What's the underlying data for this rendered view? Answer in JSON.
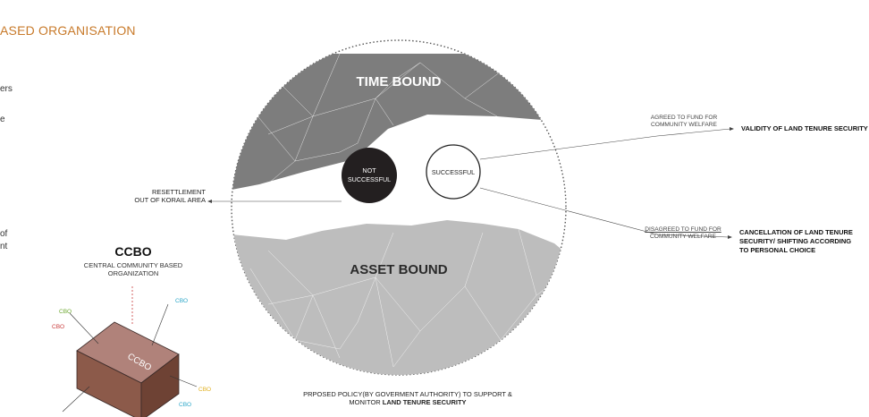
{
  "header": {
    "title": "ASED ORGANISATION"
  },
  "left_fragments": [
    "ers",
    "e",
    "of",
    "nt"
  ],
  "diagram": {
    "top_zone_label": "TIME BOUND",
    "bottom_zone_label": "ASSET BOUND",
    "not_successful": [
      "NOT",
      "SUCCESSFUL"
    ],
    "successful": "SUCCESSFUL",
    "resettlement": [
      "RESETTLEMENT",
      "OUT OF KORAIL AREA"
    ],
    "agreed_arrow": [
      "AGREED TO FUND FOR",
      "COMMUNITY WELFARE"
    ],
    "agreed_result": "VALIDITY OF LAND TENURE SECURITY",
    "disagreed_arrow": [
      "DISAGREED TO FUND FOR",
      "COMMUNITY WELFARE"
    ],
    "disagreed_result": [
      "CANCELLATION OF LAND TENURE",
      "SECURITY/ SHIFTING ACCORDING",
      "TO PERSONAL CHOICE"
    ],
    "policy_caption": "PRPOSED POLICY(BY GOVERMENT AUTHORITY) TO SUPPORT &",
    "policy_caption_2": "MONITOR",
    "policy_caption_bold": "LAND TENURE SECURITY"
  },
  "ccbo": {
    "title": "CCBO",
    "subtitle": [
      "CENTRAL COMMUNITY BASED",
      "ORGANIZATION"
    ],
    "box_label": "CCBO",
    "cbo_labels": [
      "CBO",
      "CBO",
      "CBO",
      "CBO",
      "CBO"
    ],
    "colors": {
      "green": "#6aa62c",
      "red": "#c83a3a",
      "cyan": "#2aa6c8",
      "yellow": "#e0b020",
      "box": "#8c5a4a"
    }
  }
}
